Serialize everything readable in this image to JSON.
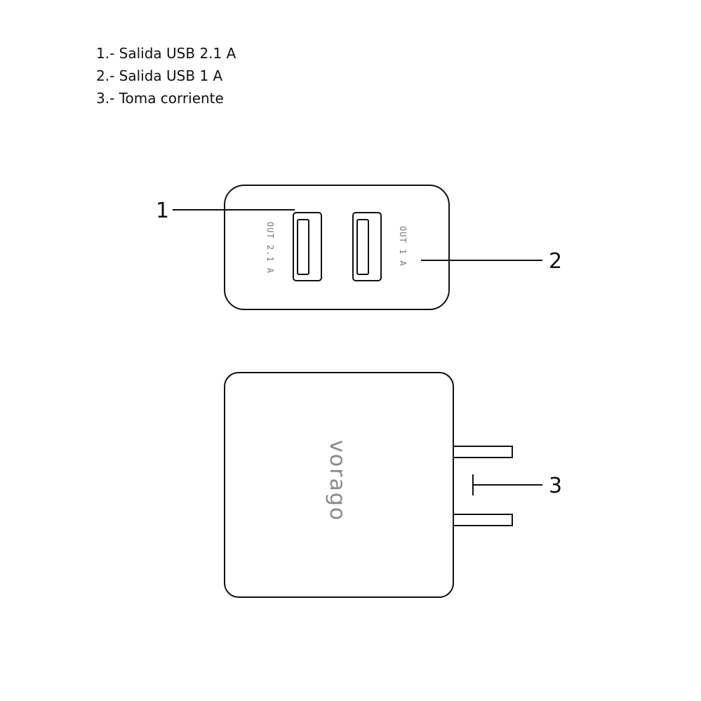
{
  "legend": {
    "items": [
      "1.- Salida USB 2.1 A",
      "2.- Salida USB 1 A",
      "3.- Toma corriente"
    ]
  },
  "callouts": {
    "port1": "1",
    "port2": "2",
    "plug": "3"
  },
  "ports": {
    "left_label": "OUT 2.1 A",
    "right_label": "OUT 1 A"
  },
  "brand": "vorago"
}
